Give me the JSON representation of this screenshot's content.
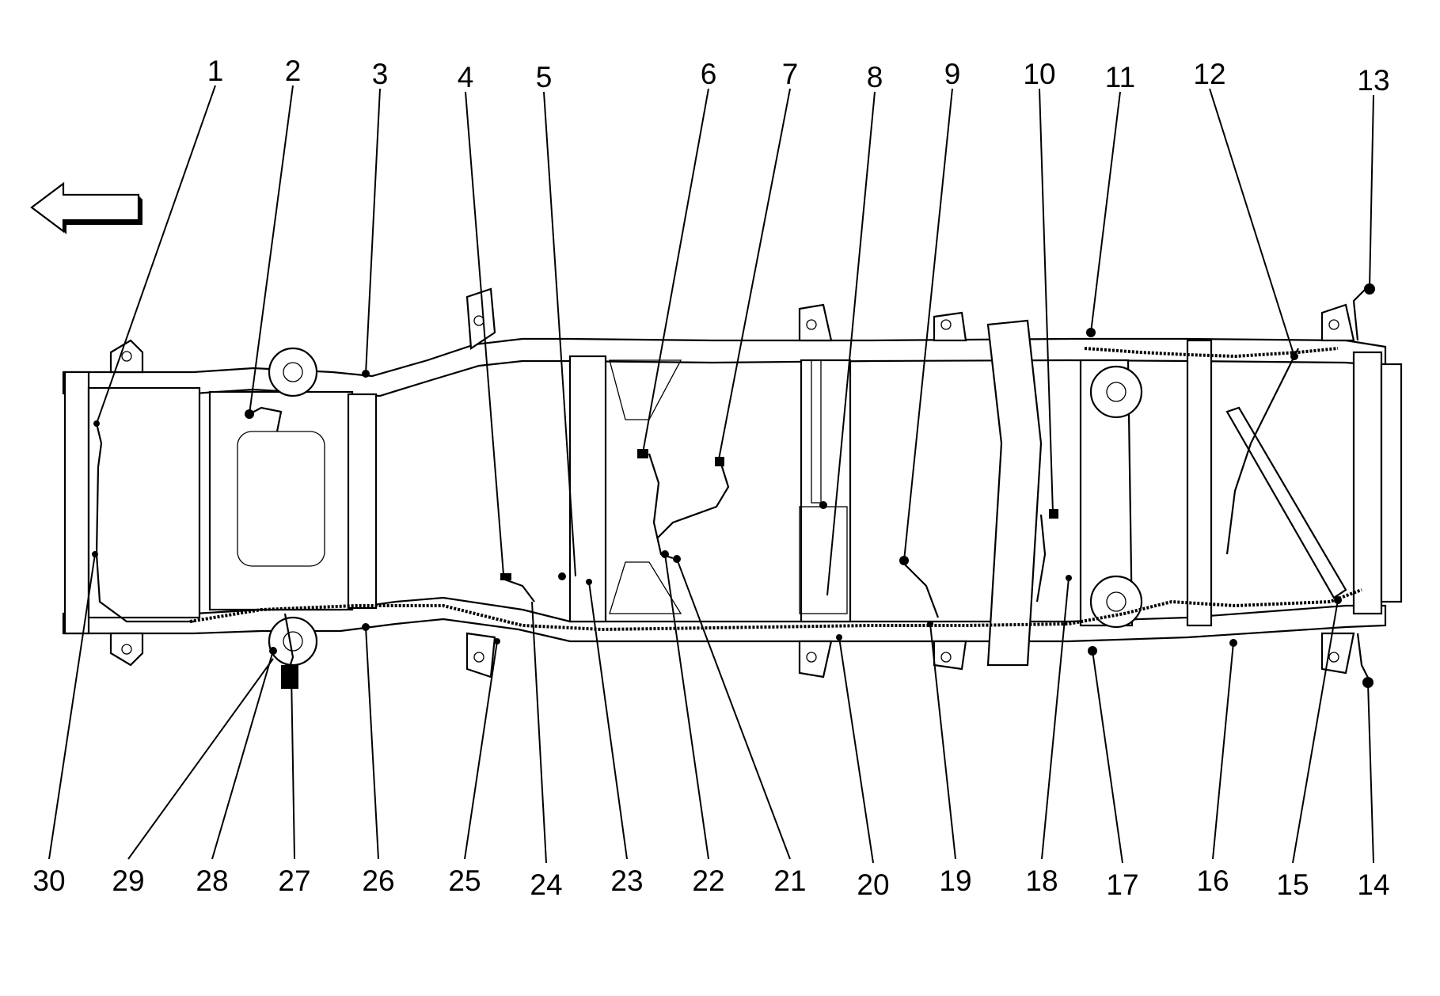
{
  "diagram": {
    "direction_arrow": "left",
    "callouts": [
      {
        "label": "1"
      },
      {
        "label": "2"
      },
      {
        "label": "3"
      },
      {
        "label": "4"
      },
      {
        "label": "5"
      },
      {
        "label": "6"
      },
      {
        "label": "7"
      },
      {
        "label": "8"
      },
      {
        "label": "9"
      },
      {
        "label": "10"
      },
      {
        "label": "11"
      },
      {
        "label": "12"
      },
      {
        "label": "13"
      },
      {
        "label": "14"
      },
      {
        "label": "15"
      },
      {
        "label": "16"
      },
      {
        "label": "17"
      },
      {
        "label": "18"
      },
      {
        "label": "19"
      },
      {
        "label": "20"
      },
      {
        "label": "21"
      },
      {
        "label": "22"
      },
      {
        "label": "23"
      },
      {
        "label": "24"
      },
      {
        "label": "25"
      },
      {
        "label": "26"
      },
      {
        "label": "27"
      },
      {
        "label": "28"
      },
      {
        "label": "29"
      },
      {
        "label": "30"
      }
    ]
  }
}
